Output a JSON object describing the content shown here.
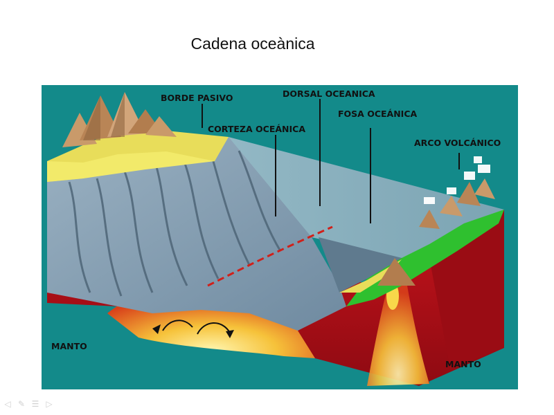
{
  "slide": {
    "title": "Cadena oceànica"
  },
  "diagram": {
    "labels": {
      "borde_pasivo": "BORDE PASIVO",
      "dorsal_oceanica": "DORSAL OCEANICA",
      "corteza_oceanica": "CORTEZA OCEÁNICA",
      "fosa_oceanica": "FOSA OCEÁNICA",
      "arco_volcanico": "ARCO VOLCÁNICO",
      "manto_left": "MANTO",
      "manto_right": "MANTO"
    },
    "colors": {
      "background": "#138a8a",
      "ocean_floor": "#8fa6b8",
      "mantle_red": "#b0101a",
      "magma_yellow": "#f3c44a",
      "volcanic_green": "#2fc02f",
      "sand_yellow": "#f0e050"
    }
  },
  "nav": {
    "prev_icon": "◁",
    "pen_icon": "✎",
    "menu_icon": "☰",
    "next_icon": "▷"
  }
}
